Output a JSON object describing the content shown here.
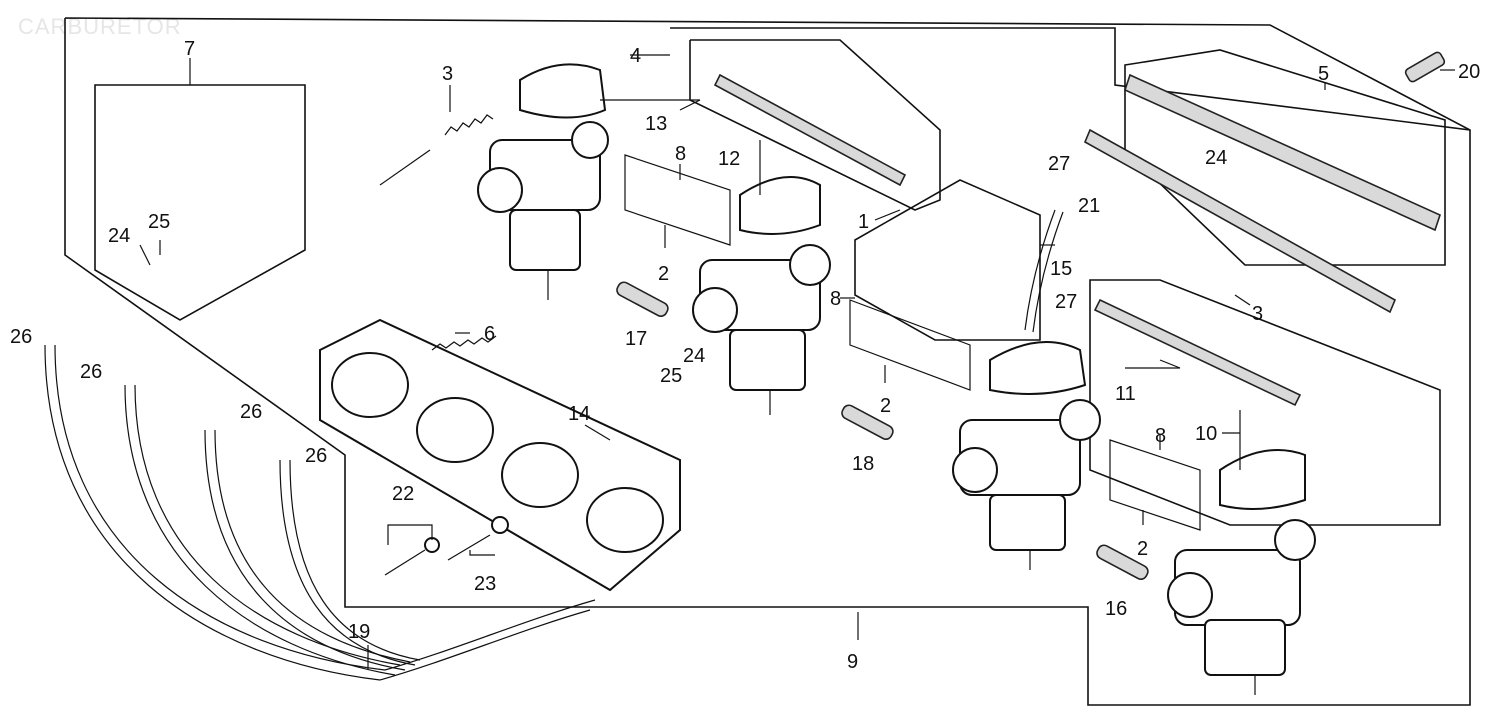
{
  "title": "CARBURETOR",
  "callouts": {
    "c1": "1",
    "c2a": "2",
    "c2b": "2",
    "c2c": "2",
    "c3a": "3",
    "c3b": "3",
    "c4": "4",
    "c5": "5",
    "c6": "6",
    "c7": "7",
    "c8a": "8",
    "c8b": "8",
    "c8c": "8",
    "c9": "9",
    "c10": "10",
    "c11": "11",
    "c12": "12",
    "c13": "13",
    "c14": "14",
    "c15": "15",
    "c16": "16",
    "c17": "17",
    "c18": "18",
    "c19": "19",
    "c20": "20",
    "c21": "21",
    "c22": "22",
    "c23": "23",
    "c24a": "24",
    "c24b": "24",
    "c24c": "24",
    "c25a": "25",
    "c25b": "25",
    "c26a": "26",
    "c26b": "26",
    "c26c": "26",
    "c26d": "26",
    "c27a": "27",
    "c27b": "27"
  }
}
